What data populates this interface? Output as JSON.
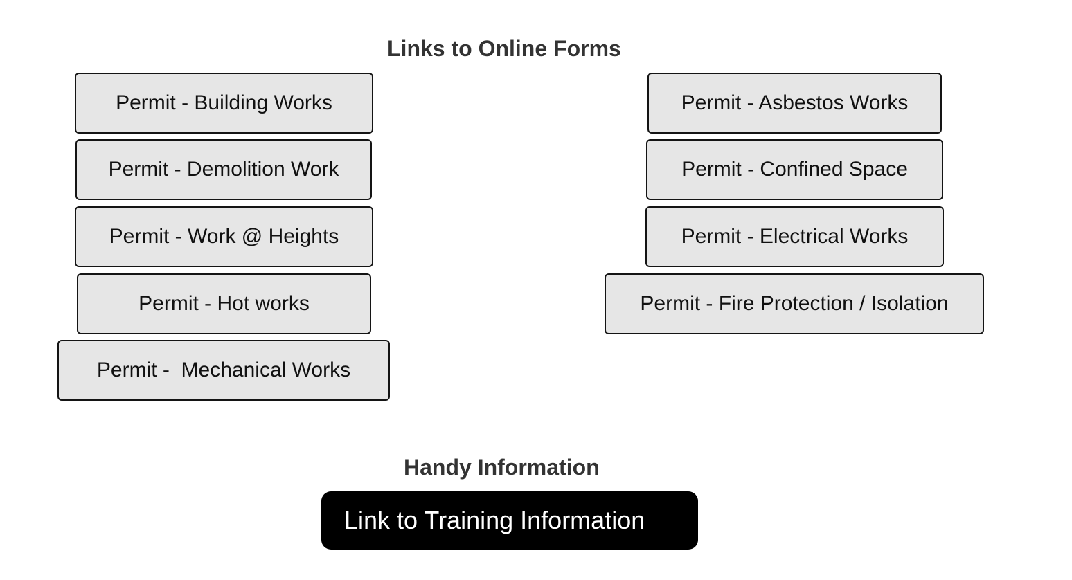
{
  "forms_section": {
    "title": "Links to Online Forms",
    "left_column": [
      {
        "label": "Permit - Building Works"
      },
      {
        "label": "Permit - Demolition Work"
      },
      {
        "label": "Permit - Work @ Heights"
      },
      {
        "label": "Permit - Hot works"
      },
      {
        "label": "Permit -  Mechanical Works"
      }
    ],
    "right_column": [
      {
        "label": "Permit - Asbestos Works"
      },
      {
        "label": "Permit - Confined Space"
      },
      {
        "label": "Permit - Electrical Works"
      },
      {
        "label": "Permit - Fire Protection / Isolation"
      }
    ]
  },
  "info_section": {
    "title": "Handy Information",
    "training_link_label": "Link to Training Information"
  }
}
